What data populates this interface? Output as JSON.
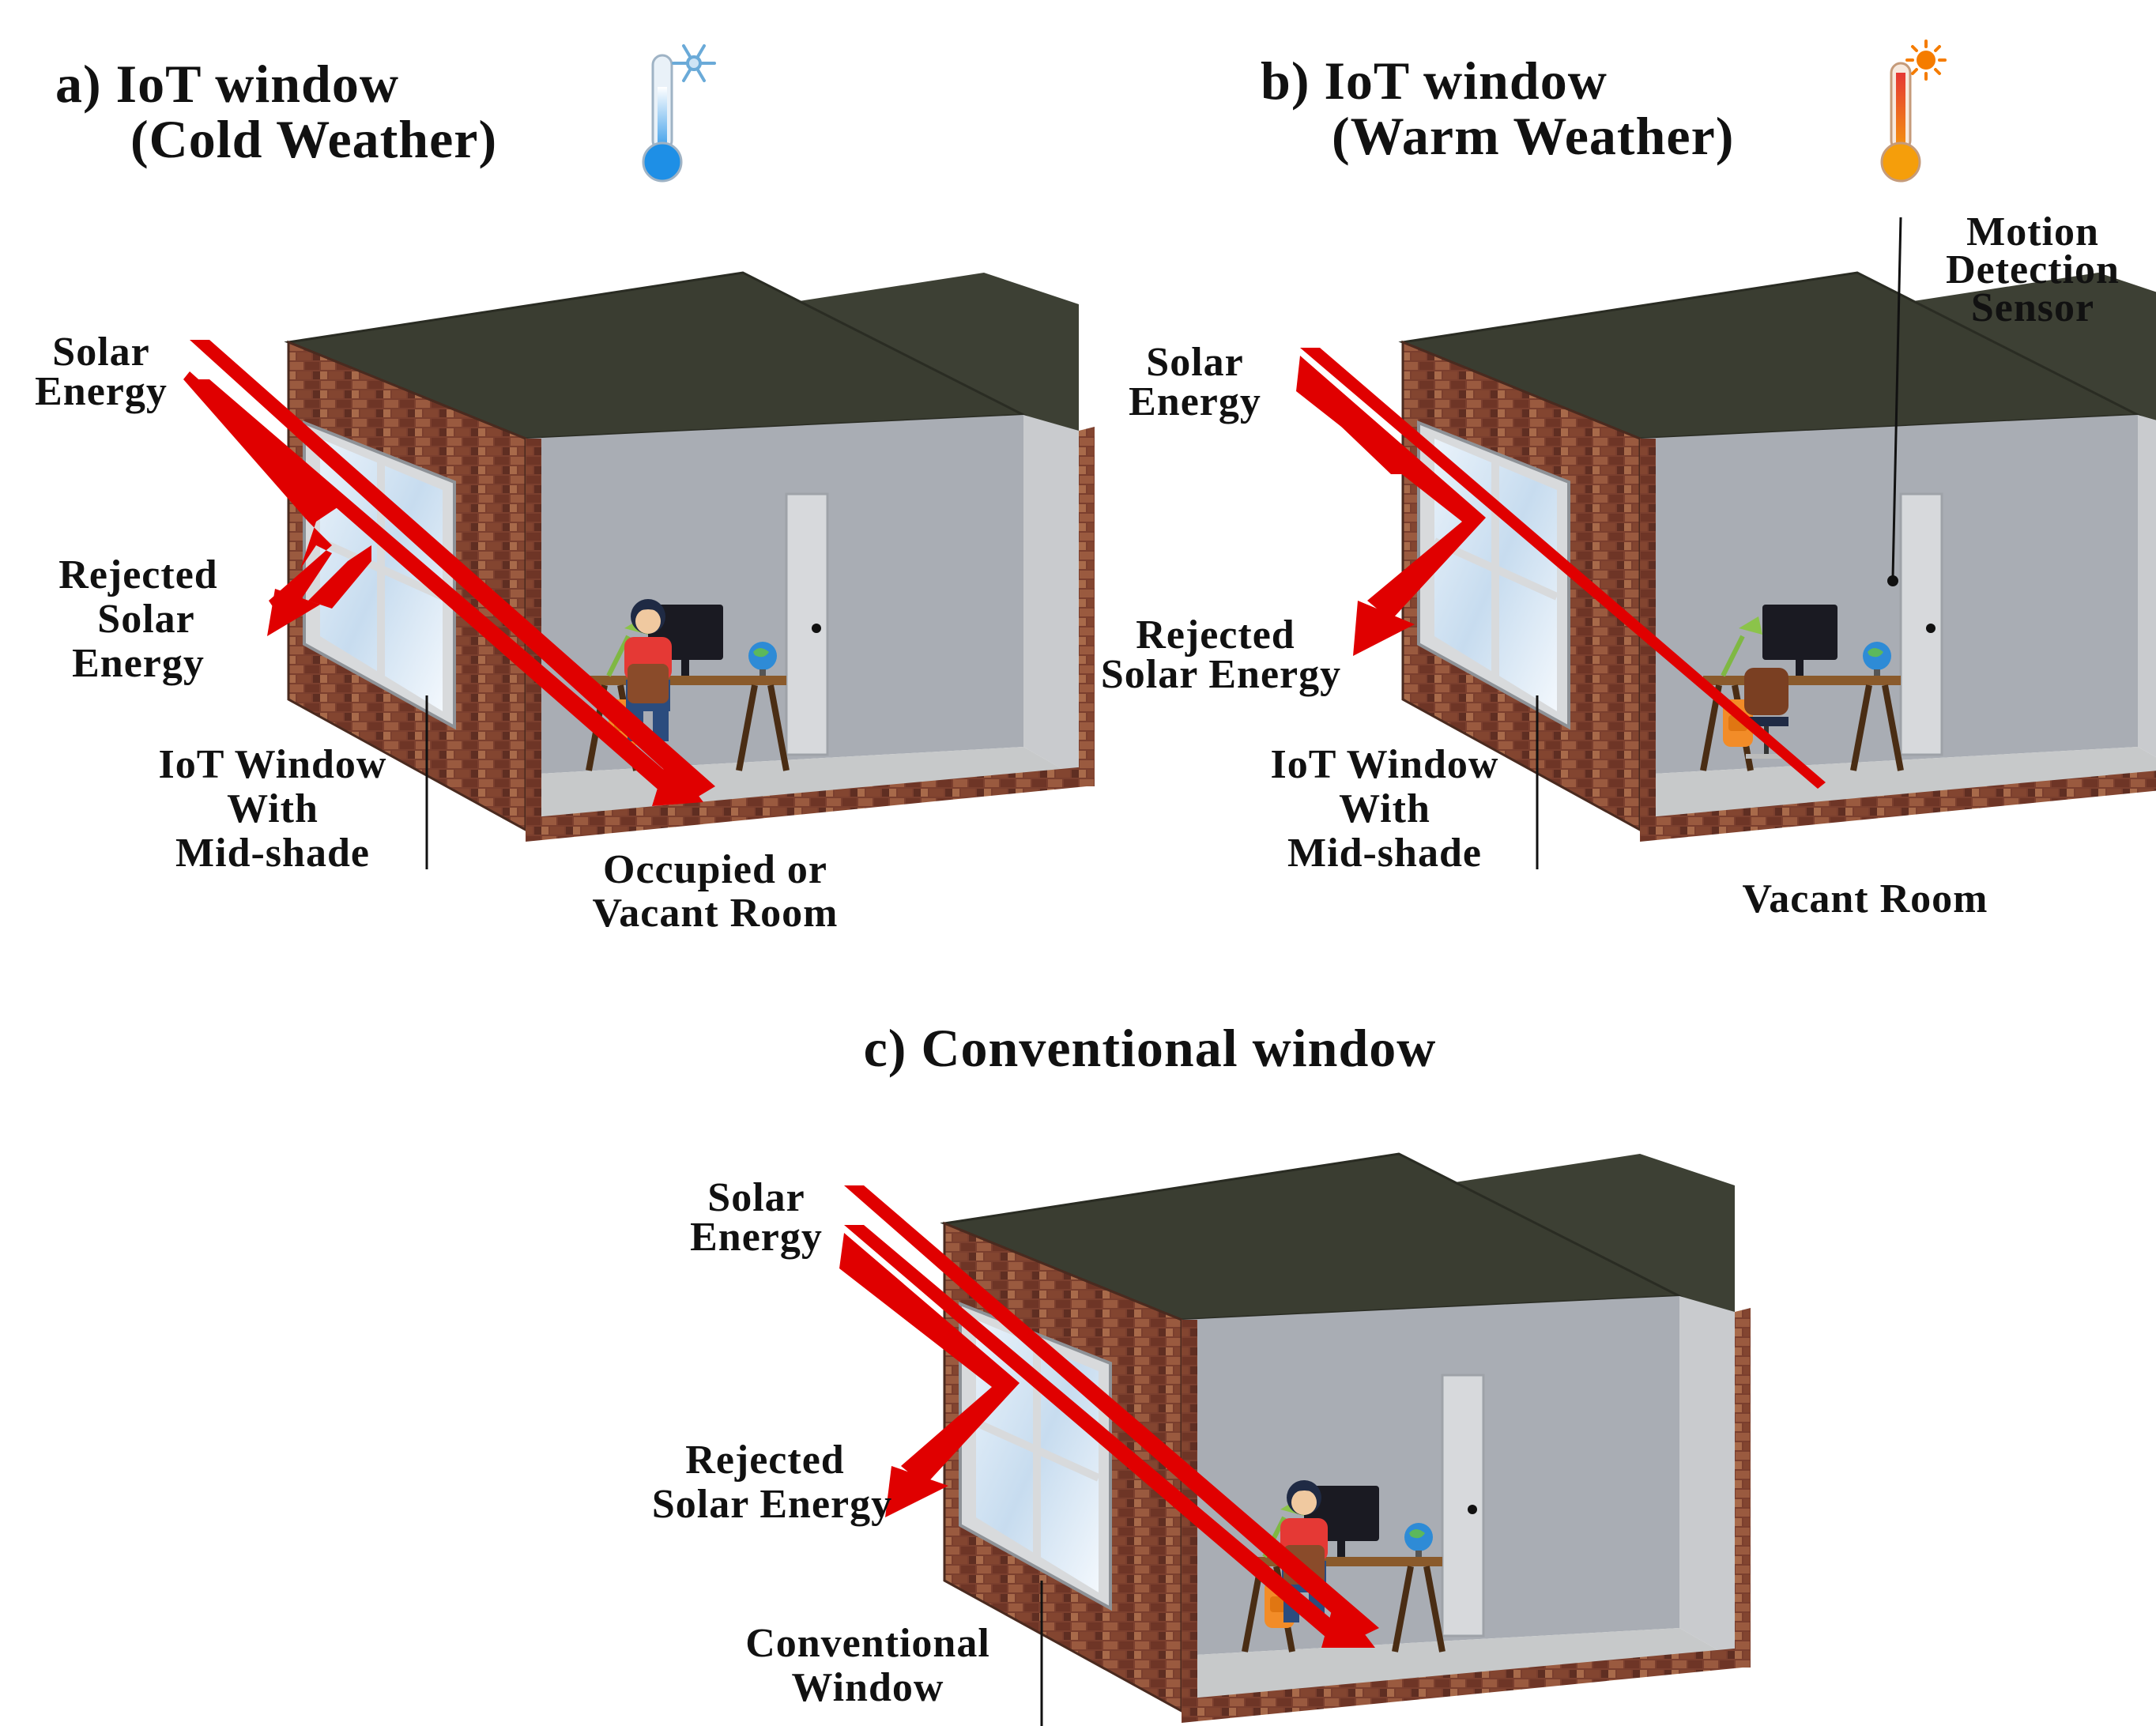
{
  "panels": [
    {
      "id": "a",
      "title_line1": "a) IoT window",
      "title_line2": "(Cold Weather)",
      "thermometer_icon": "thermometer-snowflake-icon",
      "solar_label_1": "Solar",
      "solar_label_2": "Energy",
      "rejected_label_1": "Rejected",
      "rejected_label_2": "Solar",
      "rejected_label_3": "Energy",
      "window_label_1": "IoT Window",
      "window_label_2": "With",
      "window_label_3": "Mid-shade",
      "room_label_1": "Occupied or",
      "room_label_2": "Vacant Room"
    },
    {
      "id": "b",
      "title_line1": "b) IoT window",
      "title_line2": "(Warm Weather)",
      "thermometer_icon": "thermometer-sun-icon",
      "sensor_label_1": "Motion",
      "sensor_label_2": "Detection",
      "sensor_label_3": "Sensor",
      "solar_label_1": "Solar",
      "solar_label_2": "Energy",
      "rejected_label_1": "Rejected",
      "rejected_label_2": "Solar Energy",
      "window_label_1": "IoT Window",
      "window_label_2": "With",
      "window_label_3": "Mid-shade",
      "room_label_1": "Vacant Room"
    },
    {
      "id": "c",
      "title_line1": "c) Conventional window",
      "solar_label_1": "Solar",
      "solar_label_2": "Energy",
      "rejected_label_1": "Rejected",
      "rejected_label_2": "Solar Energy",
      "window_label_1": "Conventional",
      "window_label_2": "Window"
    }
  ],
  "colors": {
    "solar_arrow": "#e00000",
    "brick": "#8a4a35",
    "ceiling": "#3b3f33",
    "wall": "#b7bcc2",
    "floor": "#c9cbcc",
    "cold": "#1e8fe6",
    "warm": "#f59e0b"
  }
}
